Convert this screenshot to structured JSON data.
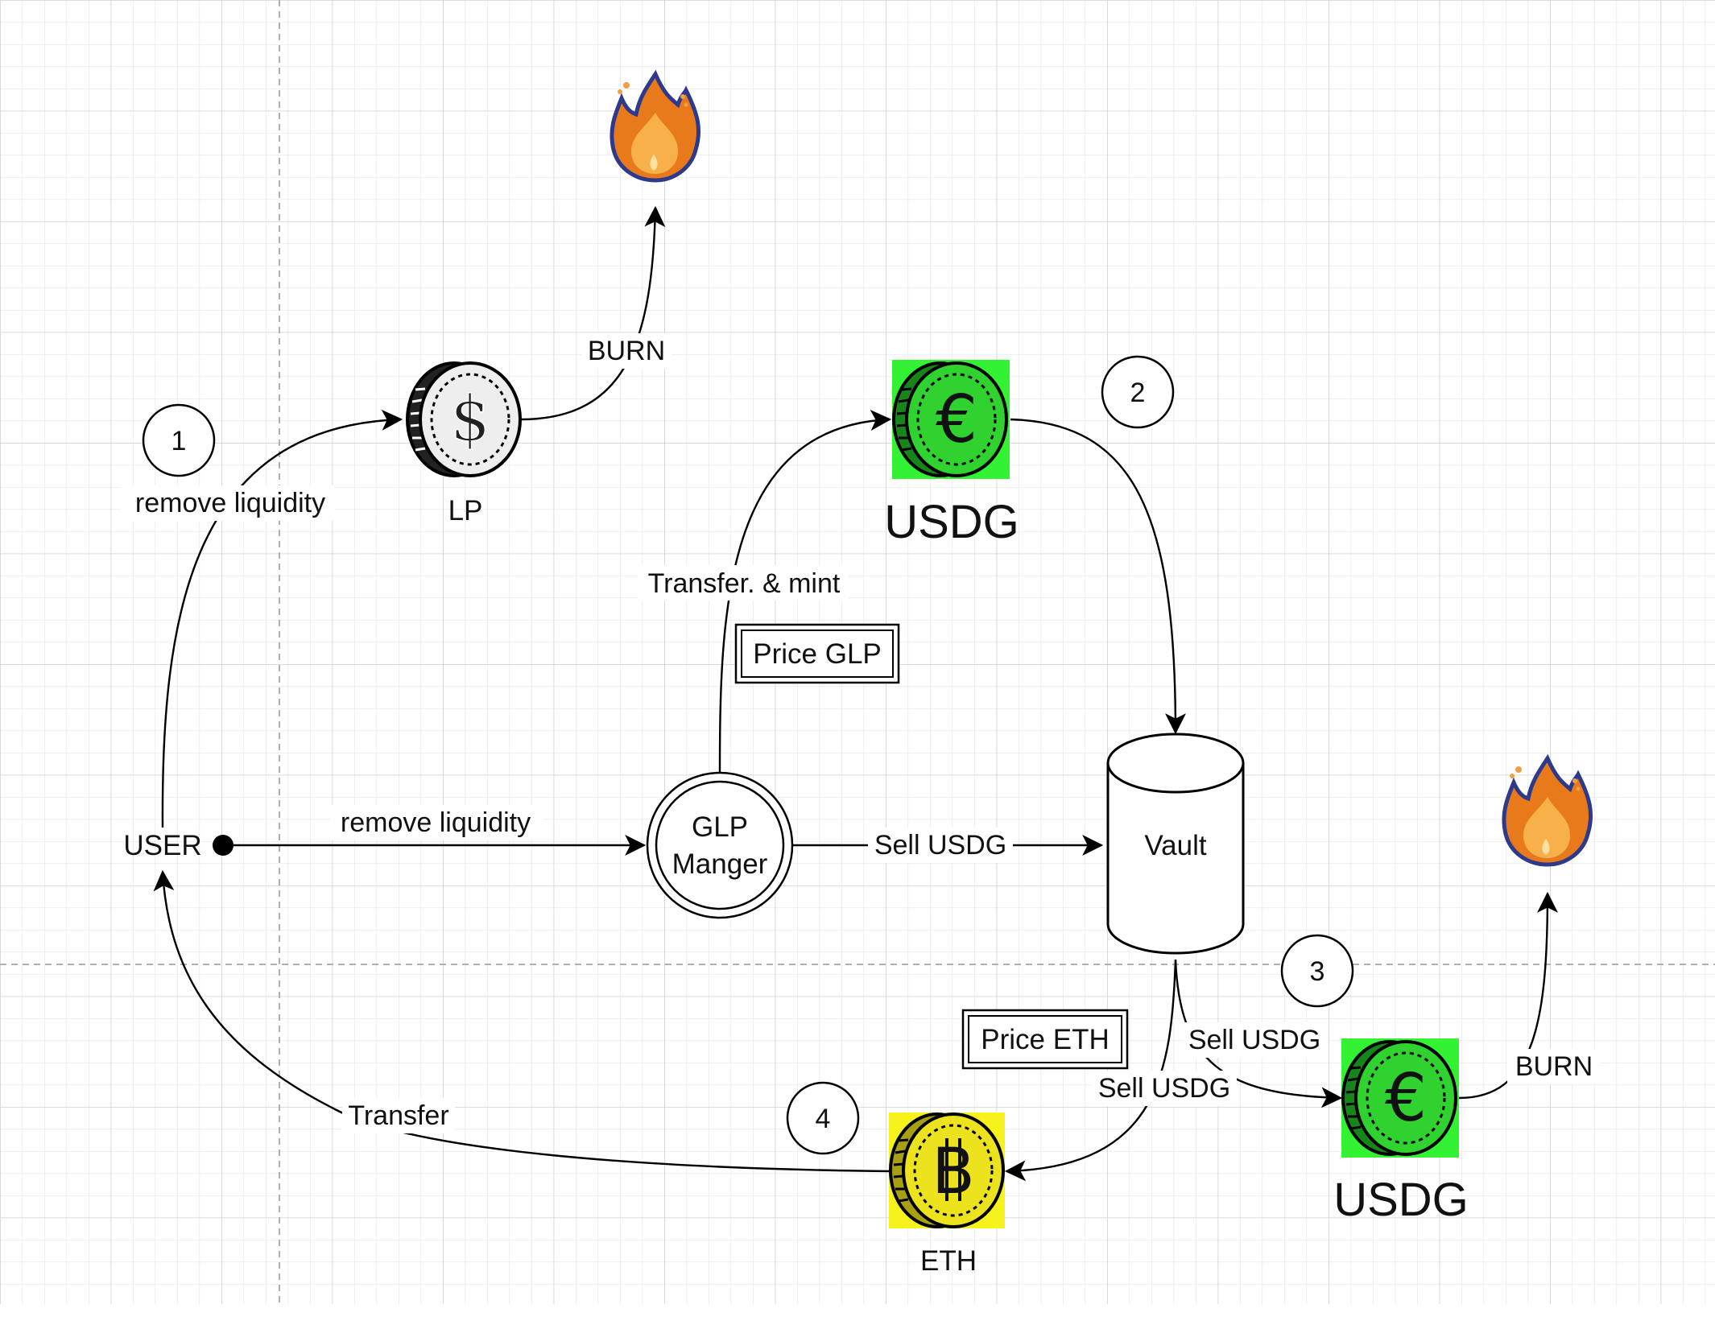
{
  "colors": {
    "grid_minor": "#e6e6e6",
    "grid_major": "#c8c8c8",
    "usdg_bg": "#33f233",
    "usdg_coin": "#22b622",
    "eth_bg": "#f7f21c",
    "eth_coin": "#e8e01e",
    "lp_coin": "#eeeeee",
    "flame_outer": "#e87a1c",
    "flame_inner": "#f7b04a",
    "flame_outline": "#2d3a8c",
    "line": "#000000"
  },
  "icons": {
    "lp": "dollar-coin-icon",
    "usdg": "euro-coin-icon",
    "eth": "bitcoin-coin-icon",
    "burn": "flame-icon"
  },
  "nodes": {
    "user": "USER",
    "glp_manager_line1": "GLP",
    "glp_manager_line2": "Manger",
    "vault": "Vault",
    "lp": "LP",
    "usdg_top": "USDG",
    "usdg_bottom": "USDG",
    "eth": "ETH",
    "price_glp": "Price GLP",
    "price_eth": "Price ETH"
  },
  "steps": [
    "1",
    "2",
    "3",
    "4"
  ],
  "edges": {
    "user_to_lp": "remove liquidity",
    "user_to_glp": "remove liquidity",
    "lp_burn": "BURN",
    "glp_to_usdg": "Transfer. & mint",
    "glp_to_vault": "Sell USDG",
    "vault_to_usdg": "Sell USDG",
    "vault_to_eth": "Sell USDG",
    "usdg_burn": "BURN",
    "eth_to_user": "Transfer"
  }
}
